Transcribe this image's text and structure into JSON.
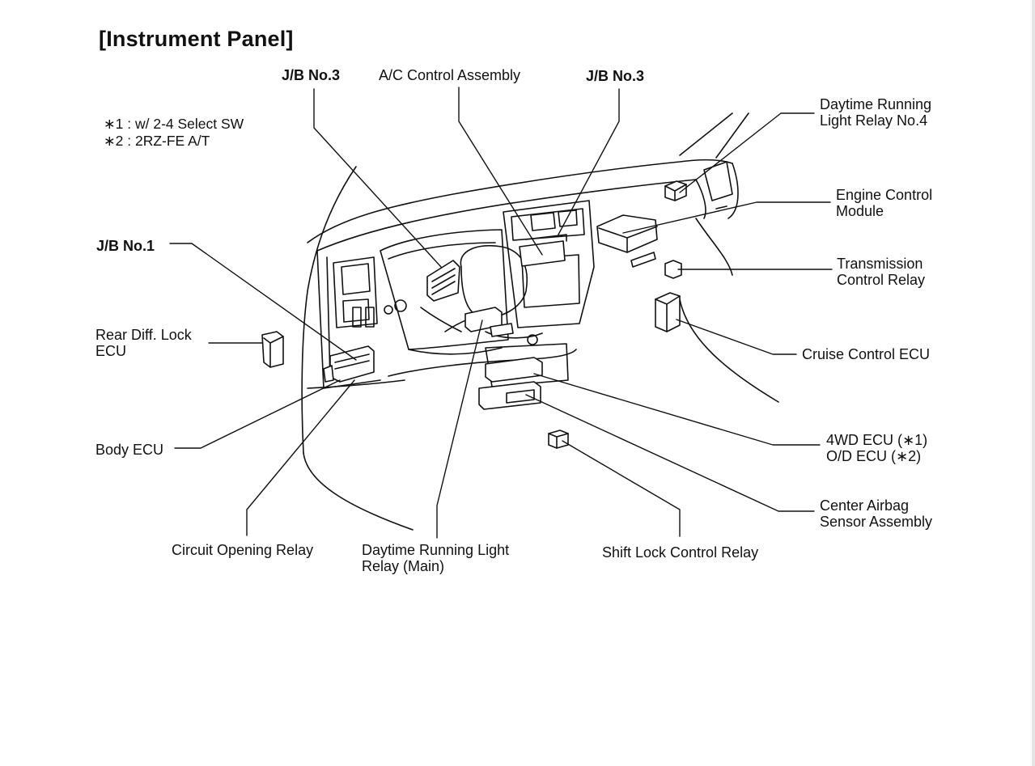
{
  "title": "[Instrument Panel]",
  "notes": [
    "∗1 : w/ 2-4 Select SW",
    "∗2 : 2RZ-FE A/T"
  ],
  "labels": {
    "jb3_left": "J/B No.3",
    "ac_control": "A/C Control Assembly",
    "jb3_right": "J/B No.3",
    "drl_no4": [
      "Daytime Running",
      "Light Relay No.4"
    ],
    "ecm": [
      "Engine Control",
      "Module"
    ],
    "jb1": "J/B No.1",
    "trans_relay": [
      "Transmission",
      "Control Relay"
    ],
    "rear_diff": [
      "Rear Diff. Lock",
      "ECU"
    ],
    "cruise": "Cruise Control ECU",
    "body_ecu": "Body ECU",
    "wd_ecu": [
      "4WD ECU (∗1)",
      "O/D ECU (∗2)"
    ],
    "airbag": [
      "Center Airbag",
      "Sensor Assembly"
    ],
    "circuit_relay": "Circuit Opening Relay",
    "drl_main": [
      "Daytime Running Light",
      "Relay (Main)"
    ],
    "shift_lock": "Shift Lock Control Relay"
  }
}
